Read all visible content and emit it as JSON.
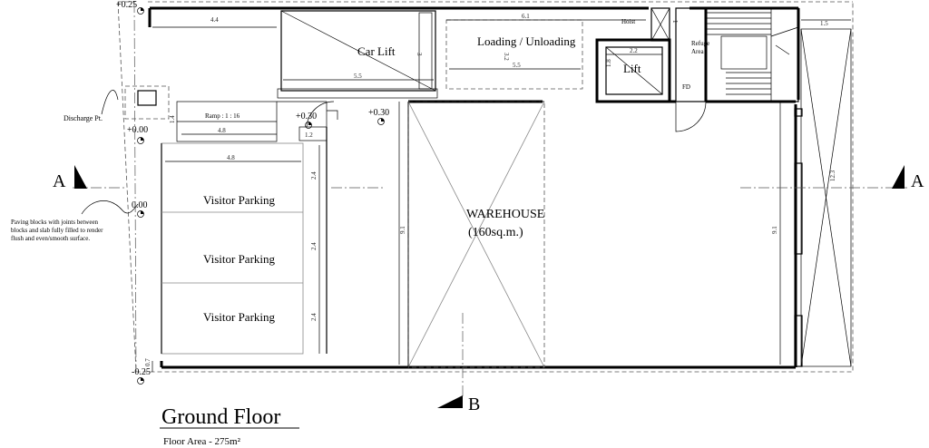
{
  "drawing": {
    "title": "Ground Floor",
    "subtitle": "Floor Area - 275m²"
  },
  "rooms": {
    "car_lift": "Car Lift",
    "loading": "Loading / Unloading",
    "lift": "Lift",
    "warehouse_name": "WAREHOUSE",
    "warehouse_area": "(160sq.m.)",
    "visitor_parking_1": "Visitor Parking",
    "visitor_parking_2": "Visitor Parking",
    "visitor_parking_3": "Visitor Parking",
    "hoist": "Hoist",
    "refuge_area_1": "Refuge",
    "refuge_area_2": "Area",
    "fd": "FD"
  },
  "notes": {
    "discharge": "Discharge Pt.",
    "paving_line1": "Paving blocks with joints between",
    "paving_line2": "blocks and slab fully filled to render",
    "paving_line3": "flush and even/smooth surface.",
    "ramp": "Ramp : 1 : 16"
  },
  "levels": {
    "top_left": "+0.25",
    "left_upper": "+0.00",
    "left_mid": "0.00",
    "bottom_left": "-0.25",
    "ramp_top": "+0.30",
    "center_top": "+0.30"
  },
  "sections": {
    "a_left": "A",
    "a_right": "A",
    "b_bottom": "B"
  },
  "dimensions": {
    "d_4_4": "4.4",
    "d_3": "3",
    "d_5_5_car": "5.5",
    "d_6_1": "6.1",
    "d_3_2": "3.2",
    "d_5_5_load": "5.5",
    "d_2_2": "2.2",
    "d_1_8": "1.8",
    "d_1": "1",
    "d_1_5": "1.5",
    "d_1_4": "1.4",
    "d_4_8_ramp": "4.8",
    "d_1_2": "1.2",
    "d_4_8_park": "4.8",
    "d_2_4_a": "2.4",
    "d_2_4_b": "2.4",
    "d_2_4_c": "2.4",
    "d_9_1_left": "9.1",
    "d_9_1_right": "9.1",
    "d_12_3": "12.3",
    "d_0_7": "0.7"
  }
}
